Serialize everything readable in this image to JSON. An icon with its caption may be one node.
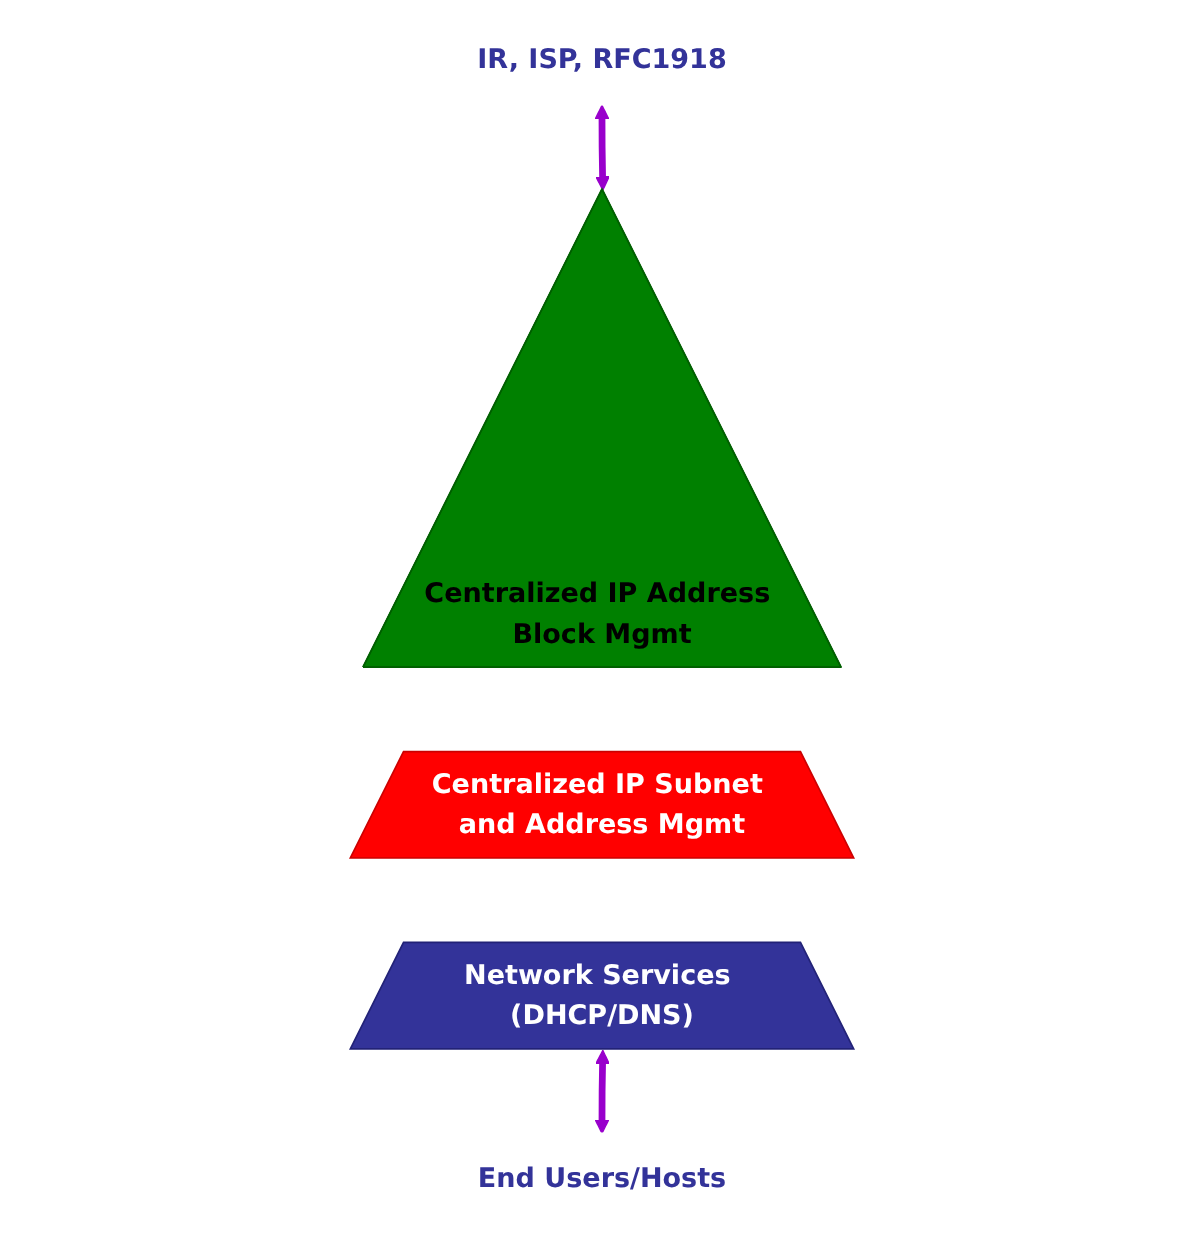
{
  "diagram": {
    "nodes": [
      {
        "text": [
          "IR, ISP, RFC1918"
        ]
      },
      {
        "text": [
          "Centralized IP Address Block Mgmt"
        ]
      },
      {
        "text": [
          "Centralized IP Subnet and Address Mgmt"
        ]
      },
      {
        "text": [
          "Network Services (DHCP/DNS)"
        ]
      },
      {
        "text": [
          "End Users/Hosts"
        ]
      }
    ],
    "edges": [
      {
        "from": 0,
        "to": 1,
        "arrow": "both"
      },
      {
        "from": 3,
        "to": 4,
        "arrow": "both"
      }
    ]
  }
}
